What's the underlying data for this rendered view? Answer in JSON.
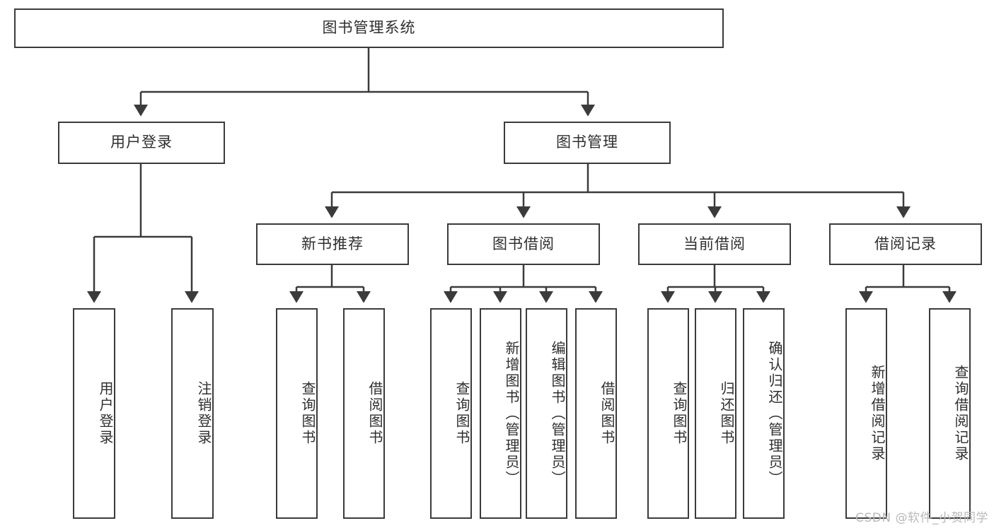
{
  "diagram": {
    "title_node": {
      "label": "图书管理系统"
    },
    "level2": [
      {
        "id": "user-login",
        "label": "用户登录"
      },
      {
        "id": "book-management",
        "label": "图书管理"
      }
    ],
    "level3": [
      {
        "id": "new-book-recommend",
        "label": "新书推荐"
      },
      {
        "id": "book-borrow",
        "label": "图书借阅"
      },
      {
        "id": "current-borrow",
        "label": "当前借阅"
      },
      {
        "id": "borrow-record",
        "label": "借阅记录"
      }
    ],
    "leaves": {
      "user_login": [
        {
          "id": "leaf-user-login",
          "label": "用户登录"
        },
        {
          "id": "leaf-logout-login",
          "label": "注销登录"
        }
      ],
      "new_book_recommend": [
        {
          "id": "leaf-query-book-1",
          "label": "查询图书"
        },
        {
          "id": "leaf-borrow-book-1",
          "label": "借阅图书"
        }
      ],
      "book_borrow": [
        {
          "id": "leaf-query-book-2",
          "label": "查询图书"
        },
        {
          "id": "leaf-add-book",
          "label": "新增图书（管理员）"
        },
        {
          "id": "leaf-edit-book",
          "label": "编辑图书（管理员）"
        },
        {
          "id": "leaf-borrow-book-2",
          "label": "借阅图书"
        }
      ],
      "current_borrow": [
        {
          "id": "leaf-query-book-3",
          "label": "查询图书"
        },
        {
          "id": "leaf-return-book",
          "label": "归还图书"
        },
        {
          "id": "leaf-confirm-return",
          "label": "确认归还（管理员）"
        }
      ],
      "borrow_record": [
        {
          "id": "leaf-add-borrow-record",
          "label": "新增借阅记录"
        },
        {
          "id": "leaf-query-borrow-record",
          "label": "查询借阅记录"
        }
      ]
    }
  },
  "watermark": {
    "text": "CSDN @软件_小贺同学"
  },
  "colors": {
    "stroke": "#3b3b3b",
    "text": "#2f2f2f",
    "background": "#ffffff",
    "watermark": "#b9b9b9"
  }
}
